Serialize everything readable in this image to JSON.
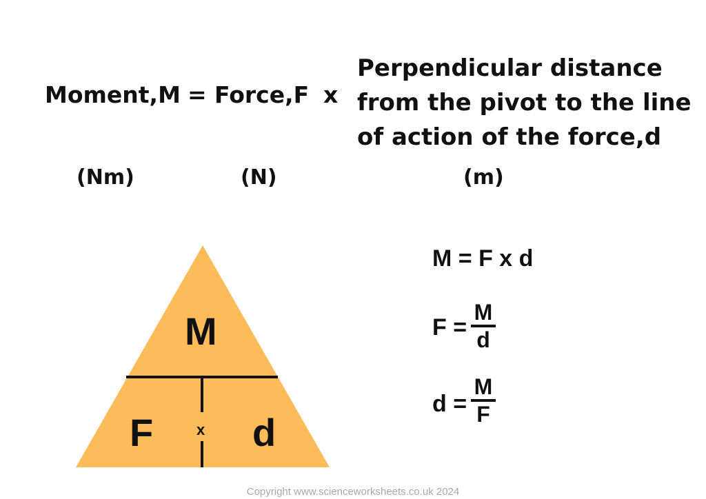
{
  "equation": {
    "lhs": "Moment,M",
    "equals": "=",
    "force": "Force,F",
    "times": "x",
    "distance_lines": [
      "Perpendicular distance",
      "from the pivot to the line",
      "of action of the force,d"
    ]
  },
  "units": {
    "moment": "(Nm)",
    "force": "(N)",
    "distance": "(m)"
  },
  "triangle": {
    "top": "M",
    "bottom_left": "F",
    "bottom_middle": "x",
    "bottom_right": "d",
    "fill_color": "#FDBB5A",
    "line_color": "#111111"
  },
  "rearrangements": {
    "moment": "M = F x d",
    "force": {
      "lhs": "F =",
      "numerator": "M",
      "denominator": "d"
    },
    "distance": {
      "lhs": "d =",
      "numerator": "M",
      "denominator": "F"
    }
  },
  "footer": {
    "copyright": "Copyright www.scienceworksheets.co.uk 2024"
  }
}
